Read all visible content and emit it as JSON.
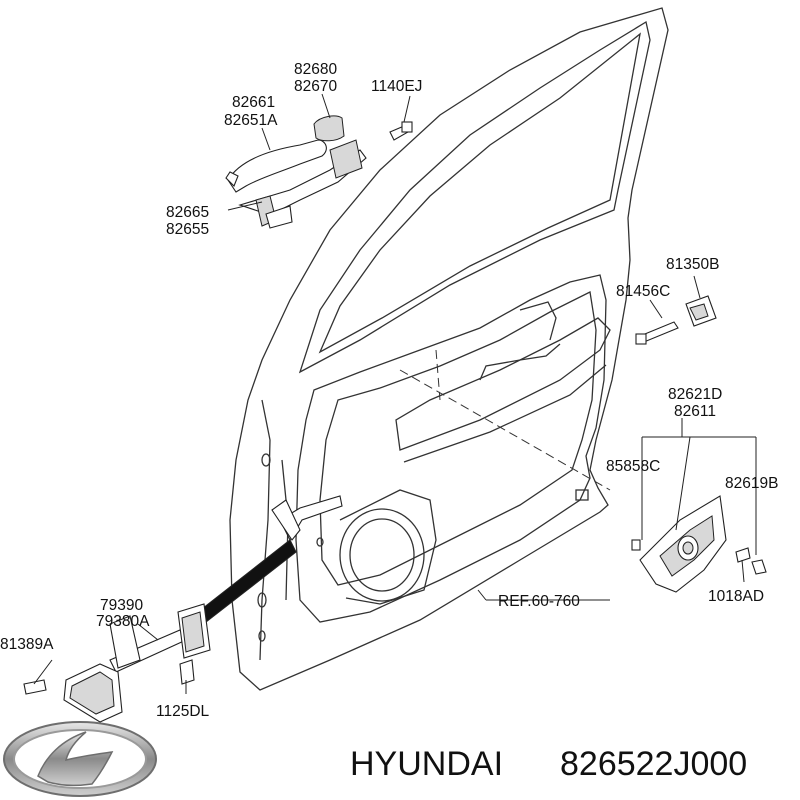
{
  "part_labels": {
    "p82680": "82680",
    "p82670": "82670",
    "p1140EJ": "1140EJ",
    "p82661": "82661",
    "p82651A": "82651A",
    "p82665": "82665",
    "p82655": "82655",
    "p81350B": "81350B",
    "p81456C": "81456C",
    "p82621D": "82621D",
    "p82611": "82611",
    "p85858C": "85858C",
    "p82619B": "82619B",
    "p1018AD": "1018AD",
    "ref": "REF.60-760",
    "p79390": "79390",
    "p79380A": "79380A",
    "p81389A": "81389A",
    "p1125DL": "1125DL"
  },
  "footer": {
    "brand_name": "HYUNDAI",
    "part_number": "826522J000"
  },
  "icons": {
    "logo": "hyundai-logo-icon"
  }
}
